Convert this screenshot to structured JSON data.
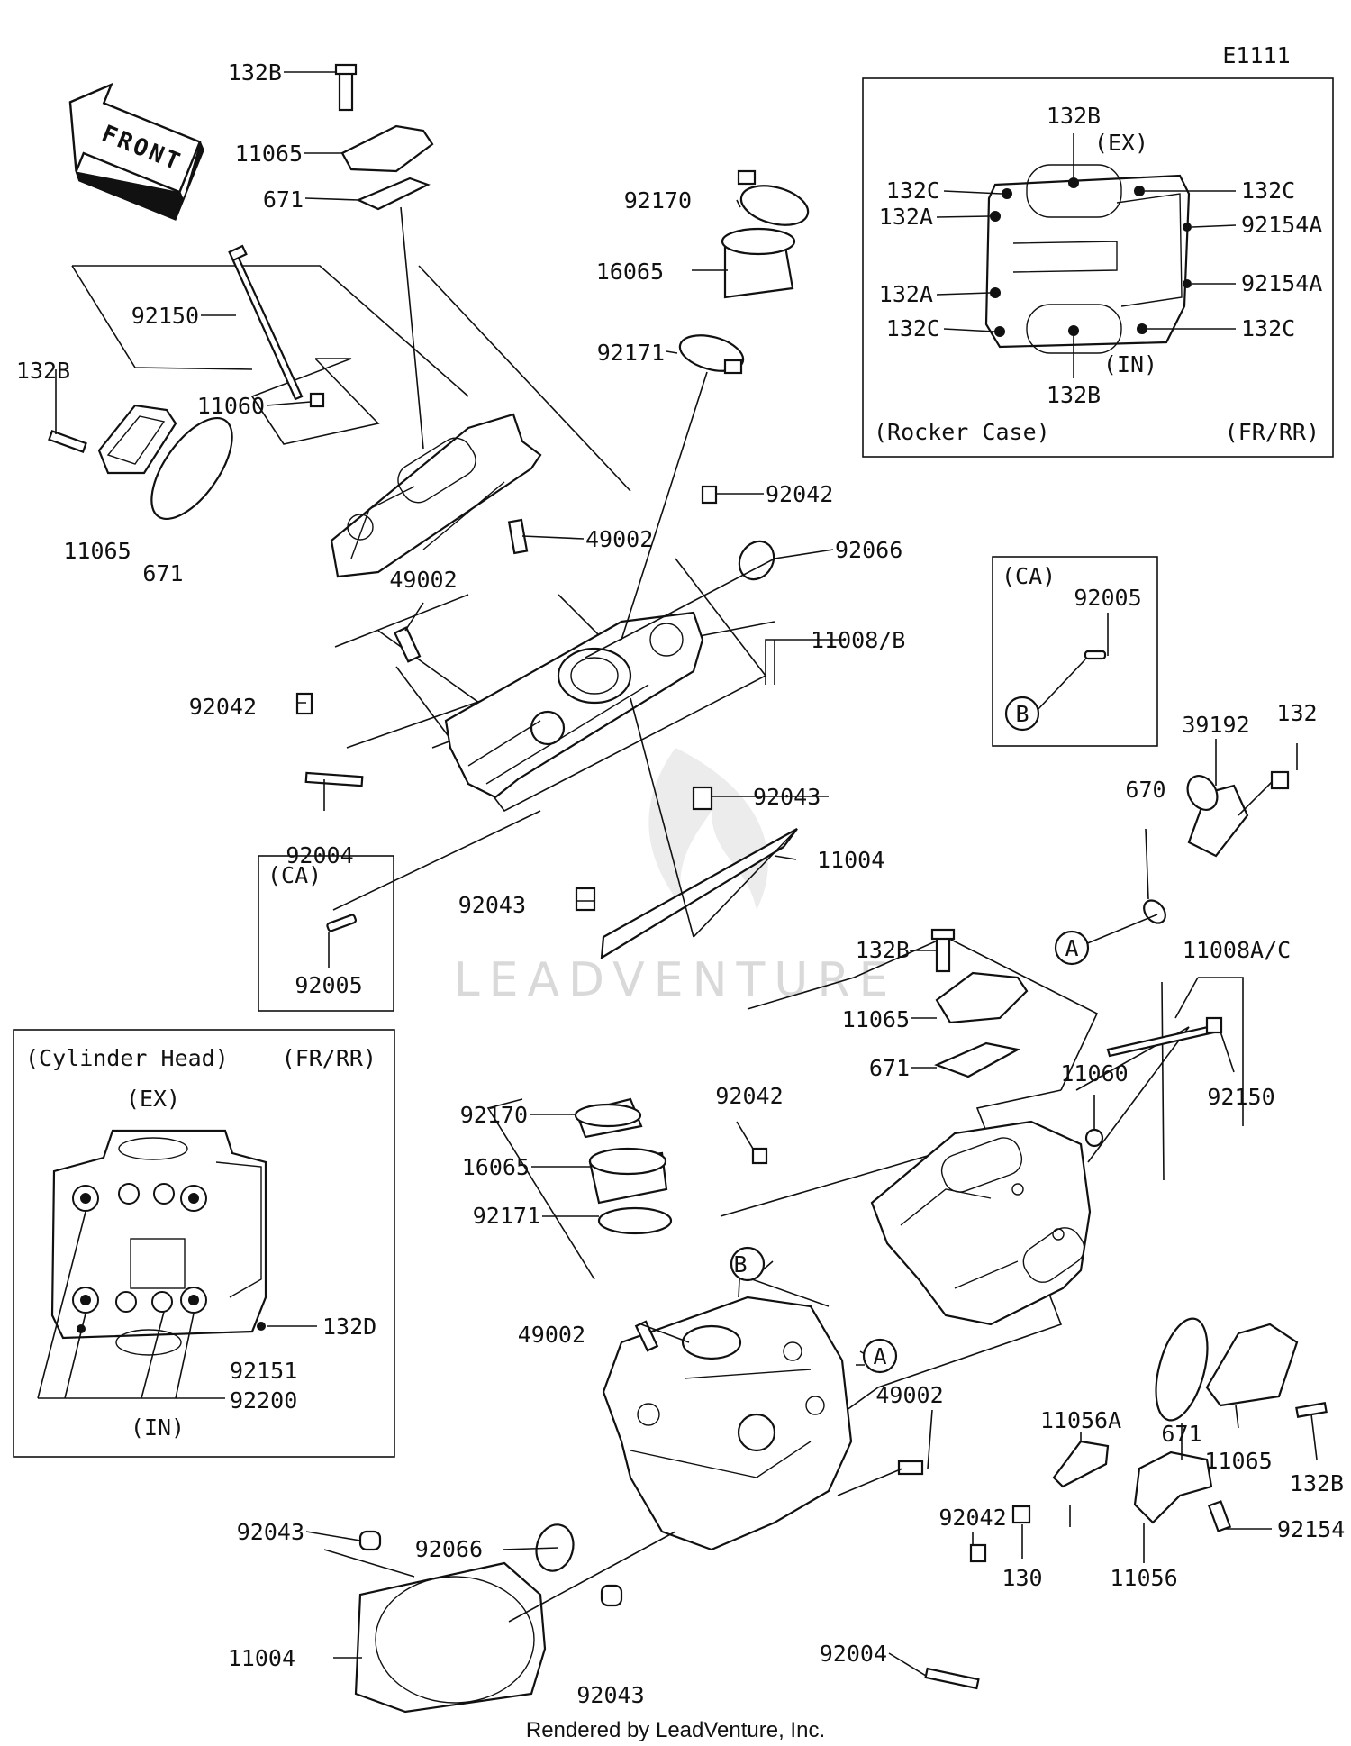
{
  "drawing_code": "E1111",
  "footer": "Rendered by LeadVenture, Inc.",
  "watermark": "LEADVENTURE",
  "front_arrow": {
    "text": "FRONT",
    "icon": "front-arrow-icon"
  },
  "rocker_inset": {
    "title": "(Rocker Case)",
    "pos": "(FR/RR)",
    "ex": "(EX)",
    "in": "(IN)",
    "labels": [
      "132B",
      "132C",
      "132C",
      "132A",
      "92154A",
      "132A",
      "92154A",
      "132C",
      "132C",
      "132B"
    ]
  },
  "cylinder_inset": {
    "title": "(Cylinder Head)",
    "pos": "(FR/RR)",
    "ex": "(EX)",
    "in": "(IN)",
    "labels": [
      "132D",
      "92151",
      "92200"
    ]
  },
  "ca_top": {
    "title": "(CA)",
    "part": "92005",
    "callout": "B"
  },
  "ca_left": {
    "title": "(CA)",
    "part": "92005"
  },
  "callouts": [
    "A",
    "B",
    "A"
  ],
  "part_labels": [
    "132B",
    "11065",
    "671",
    "92170",
    "16065",
    "92171",
    "92150",
    "11060",
    "132B",
    "11065",
    "671",
    "92042",
    "49002",
    "92066",
    "49002",
    "11008/B",
    "92042",
    "92004",
    "92043",
    "11004",
    "92043",
    "39192",
    "132",
    "670",
    "132B",
    "11008A/C",
    "11065",
    "671",
    "11060",
    "92150",
    "92042",
    "92170",
    "16065",
    "92171",
    "49002",
    "49002",
    "671",
    "11065",
    "132B",
    "11056A",
    "92042",
    "92066",
    "92043",
    "11004",
    "92043",
    "92004",
    "11056",
    "92154",
    "130"
  ]
}
